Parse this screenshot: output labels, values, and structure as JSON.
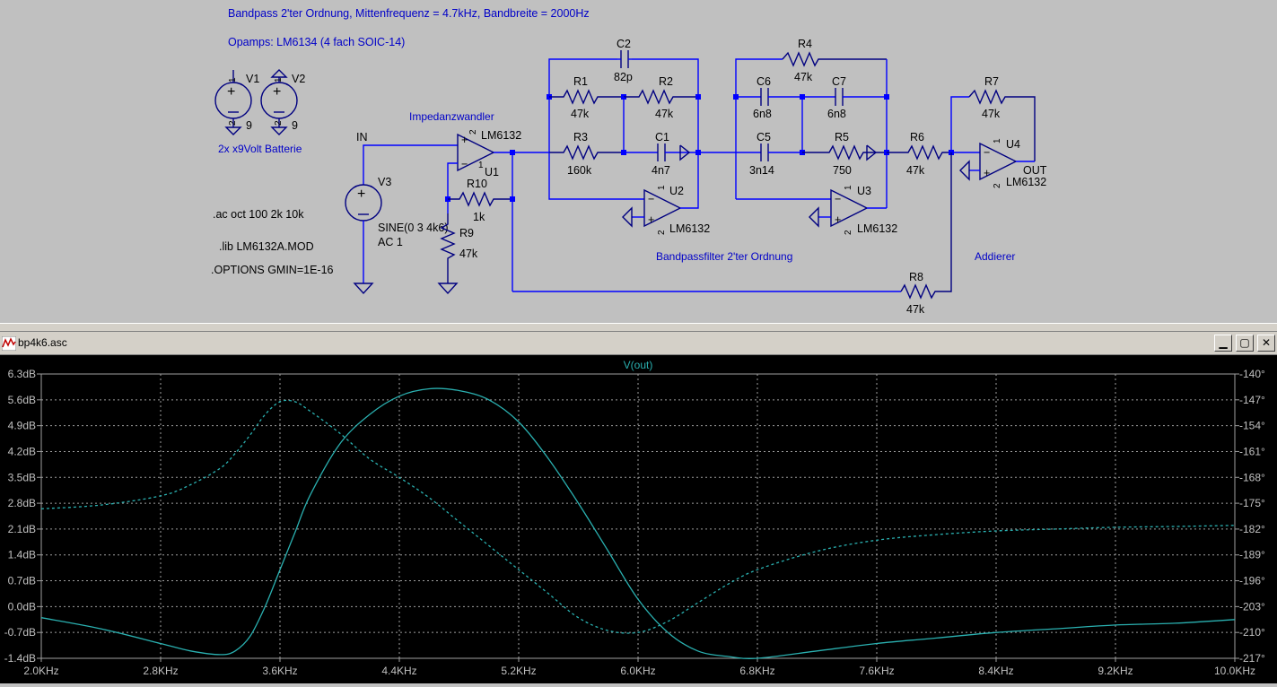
{
  "schematic": {
    "title_line1": "Bandpass 2'ter Ordnung, Mittenfrequenz = 4.7kHz, Bandbreite = 2000Hz",
    "title_line2": "Opamps: LM6134 (4 fach SOIC-14)",
    "battery_label": "2x x9Volt Batterie",
    "impedance_label": "Impedanzwandler",
    "bandpass_label": "Bandpassfilter 2'ter Ordnung",
    "adder_label": "Addierer",
    "directives": [
      ".ac oct 100 2k 10k",
      ".lib LM6132A.MOD",
      ".OPTIONS GMIN=1E-16"
    ],
    "net_in": "IN",
    "net_out": "OUT",
    "sources": {
      "V1": {
        "name": "V1",
        "value": "9"
      },
      "V2": {
        "name": "V2",
        "value": "9"
      },
      "V3": {
        "name": "V3",
        "value1": "SINE(0 3 4k6)",
        "value2": "AC 1"
      }
    },
    "opamps": {
      "U1": {
        "name": "U1",
        "model": "LM6132"
      },
      "U2": {
        "name": "U2",
        "model": "LM6132"
      },
      "U3": {
        "name": "U3",
        "model": "LM6132"
      },
      "U4": {
        "name": "U4",
        "model": "LM6132"
      }
    },
    "components": {
      "R1": {
        "name": "R1",
        "value": "47k"
      },
      "R2": {
        "name": "R2",
        "value": "47k"
      },
      "R3": {
        "name": "R3",
        "value": "160k"
      },
      "R4": {
        "name": "R4",
        "value": "47k"
      },
      "R5": {
        "name": "R5",
        "value": "750"
      },
      "R6": {
        "name": "R6",
        "value": "47k"
      },
      "R7": {
        "name": "R7",
        "value": "47k"
      },
      "R8": {
        "name": "R8",
        "value": "47k"
      },
      "R9": {
        "name": "R9",
        "value": "47k"
      },
      "R10": {
        "name": "R10",
        "value": "1k"
      },
      "C1": {
        "name": "C1",
        "value": "4n7"
      },
      "C2": {
        "name": "C2",
        "value": "82p"
      },
      "C5": {
        "name": "C5",
        "value": "3n14"
      },
      "C6": {
        "name": "C6",
        "value": "6n8"
      },
      "C7": {
        "name": "C7",
        "value": "6n8"
      }
    },
    "colors": {
      "wire": "#0000ff",
      "component": "#000080",
      "text": "#0000c8",
      "background": "#c0c0c0"
    }
  },
  "window": {
    "title": "bp4k6.asc",
    "minimize_icon": "minimize-icon",
    "maximize_icon": "maximize-icon",
    "close_icon": "close-icon"
  },
  "chart_data": {
    "type": "line",
    "title": "V(out)",
    "x_ticks": [
      "2.0KHz",
      "2.8KHz",
      "3.6KHz",
      "4.4KHz",
      "5.2KHz",
      "6.0KHz",
      "6.8KHz",
      "7.6KHz",
      "8.4KHz",
      "9.2KHz",
      "10.0KHz"
    ],
    "y_left_ticks": [
      "6.3dB",
      "5.6dB",
      "4.9dB",
      "4.2dB",
      "3.5dB",
      "2.8dB",
      "2.1dB",
      "1.4dB",
      "0.7dB",
      "0.0dB",
      "-0.7dB",
      "-1.4dB"
    ],
    "y_right_ticks": [
      "-140°",
      "-147°",
      "-154°",
      "-161°",
      "-168°",
      "-175°",
      "-182°",
      "-189°",
      "-196°",
      "-203°",
      "-210°",
      "-217°"
    ],
    "xlim_khz": [
      2.0,
      10.0
    ],
    "ylim_db": [
      -1.4,
      6.3
    ],
    "ylim_deg": [
      -217,
      -140
    ],
    "grid": true,
    "colors": {
      "trace": "#2ab0b0",
      "grid": "#a0a0a0",
      "axis_text": "#c0c0c0",
      "title": "#2ab0b0"
    },
    "series": [
      {
        "style": "solid",
        "axis": "left",
        "x": [
          2.0,
          2.4,
          2.8,
          3.0,
          3.2,
          3.3,
          3.4,
          3.5,
          3.6,
          3.7,
          3.8,
          4.0,
          4.2,
          4.4,
          4.6,
          4.8,
          5.0,
          5.2,
          5.4,
          5.6,
          5.8,
          6.0,
          6.2,
          6.4,
          6.6,
          6.8,
          7.2,
          7.6,
          8.0,
          8.4,
          8.8,
          9.2,
          9.6,
          10.0
        ],
        "y": [
          -0.3,
          -0.6,
          -1.0,
          -1.2,
          -1.3,
          -1.2,
          -0.8,
          0.0,
          1.0,
          2.0,
          3.0,
          4.4,
          5.2,
          5.7,
          5.9,
          5.85,
          5.6,
          5.0,
          4.0,
          2.8,
          1.5,
          0.2,
          -0.7,
          -1.2,
          -1.35,
          -1.4,
          -1.2,
          -1.0,
          -0.85,
          -0.7,
          -0.6,
          -0.5,
          -0.45,
          -0.35
        ]
      },
      {
        "style": "dashed",
        "axis": "right",
        "x": [
          2.0,
          2.4,
          2.8,
          3.0,
          3.2,
          3.3,
          3.4,
          3.5,
          3.6,
          3.7,
          3.8,
          4.0,
          4.2,
          4.4,
          4.6,
          4.8,
          5.0,
          5.2,
          5.4,
          5.6,
          5.8,
          6.0,
          6.2,
          6.4,
          6.6,
          6.8,
          7.2,
          7.6,
          8.0,
          8.4,
          8.8,
          9.2,
          9.6,
          10.0
        ],
        "y": [
          -176.5,
          -175.5,
          -173,
          -170,
          -165.5,
          -161.5,
          -156.5,
          -151,
          -147.5,
          -147.5,
          -150,
          -156,
          -163,
          -168,
          -173.5,
          -180,
          -186.5,
          -193,
          -199.5,
          -206,
          -209.5,
          -210,
          -207,
          -202,
          -197,
          -193,
          -188,
          -185,
          -183.5,
          -182.5,
          -182,
          -181.5,
          -181.3,
          -181
        ]
      }
    ]
  }
}
